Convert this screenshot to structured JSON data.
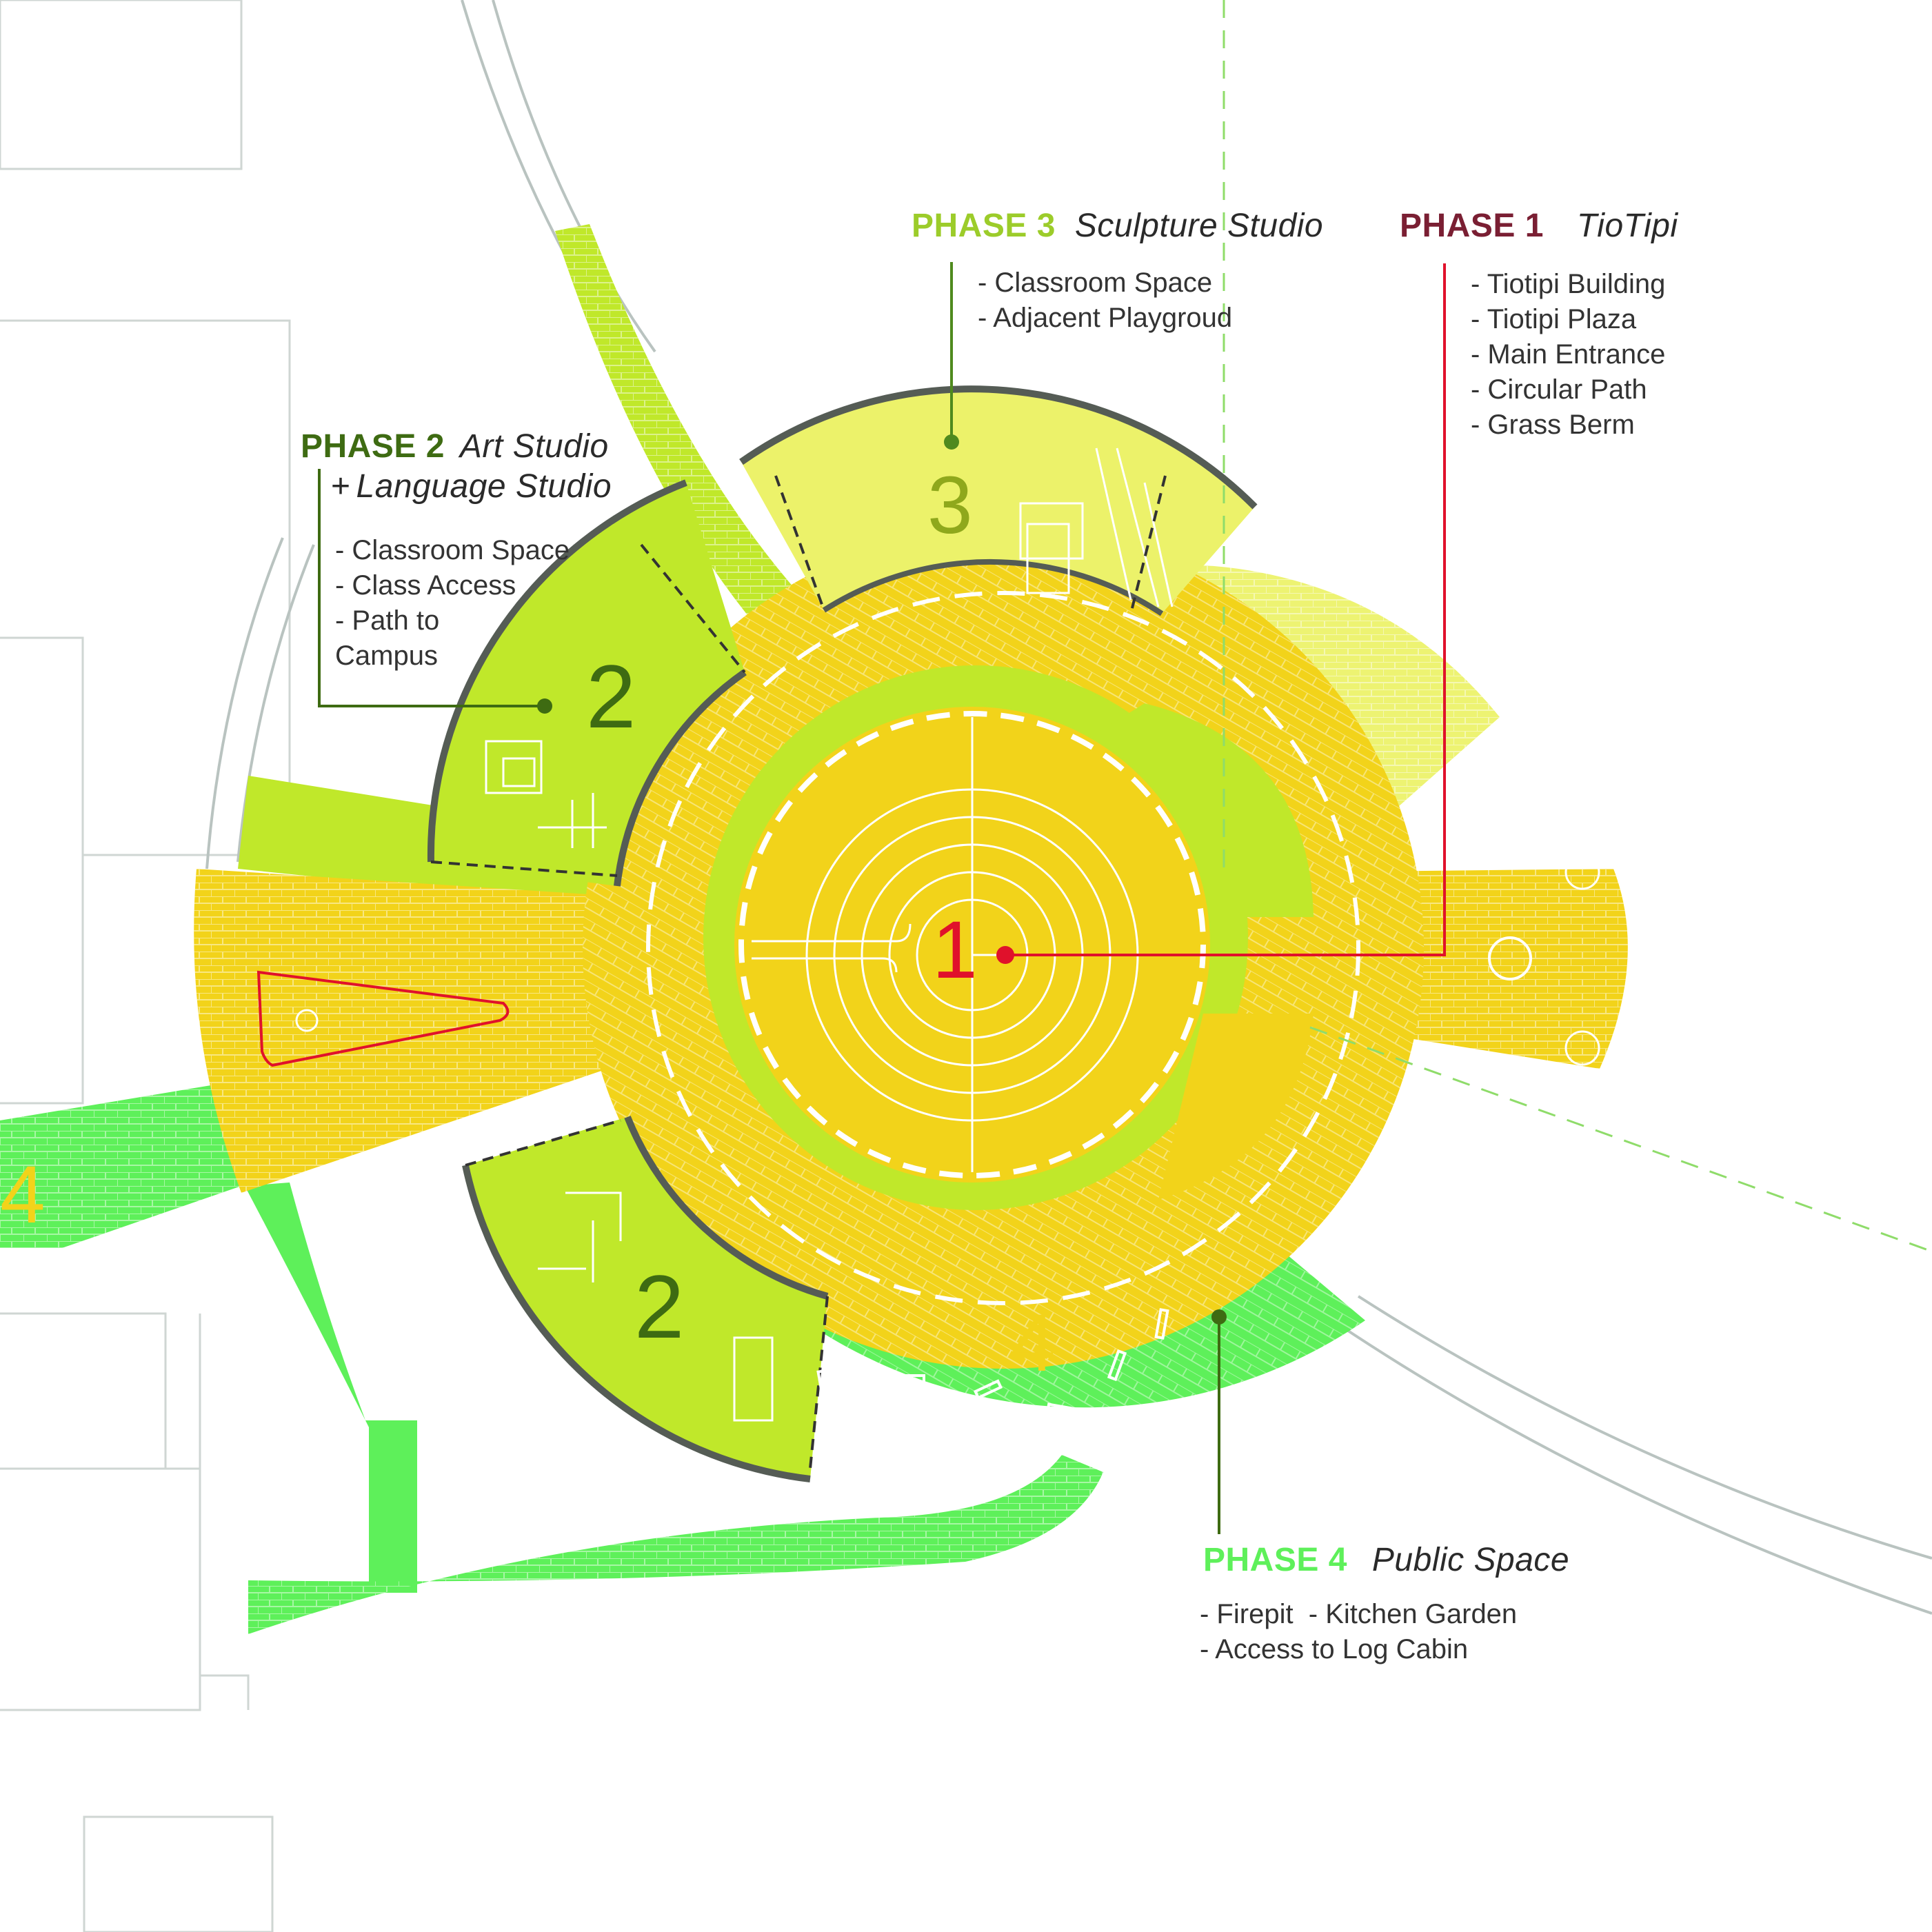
{
  "colors": {
    "phase1": "#7a1f33",
    "phase1_accent": "#e0112b",
    "phase2": "#3e6b12",
    "phase3": "#9ccc2a",
    "phase4": "#5ef05a",
    "yellow": "#f2d31a",
    "lime": "#c0e82a",
    "pale_lime": "#ecf26a"
  },
  "phase1": {
    "title": "PHASE 1",
    "subtitle": "TioTipi",
    "items": [
      "- Tiotipi Building",
      "- Tiotipi Plaza",
      "- Main Entrance",
      "- Circular Path",
      "- Grass Berm"
    ],
    "marker": "1"
  },
  "phase2": {
    "title": "PHASE 2",
    "subtitle_line1": "Art Studio",
    "subtitle_line2_prefix": "+",
    "subtitle_line2": "Language Studio",
    "items": [
      "- Classroom Space",
      "- Class Access",
      "- Path to",
      "Campus"
    ],
    "marker": "2"
  },
  "phase3": {
    "title": "PHASE 3",
    "subtitle": "Sculpture Studio",
    "items": [
      "- Classroom Space",
      "- Adjacent Playgroud"
    ],
    "marker": "3"
  },
  "phase4": {
    "title": "PHASE 4",
    "subtitle": "Public Space",
    "items": [
      "- Firepit  - Kitchen Garden",
      "- Access to Log Cabin"
    ],
    "marker": "4"
  }
}
